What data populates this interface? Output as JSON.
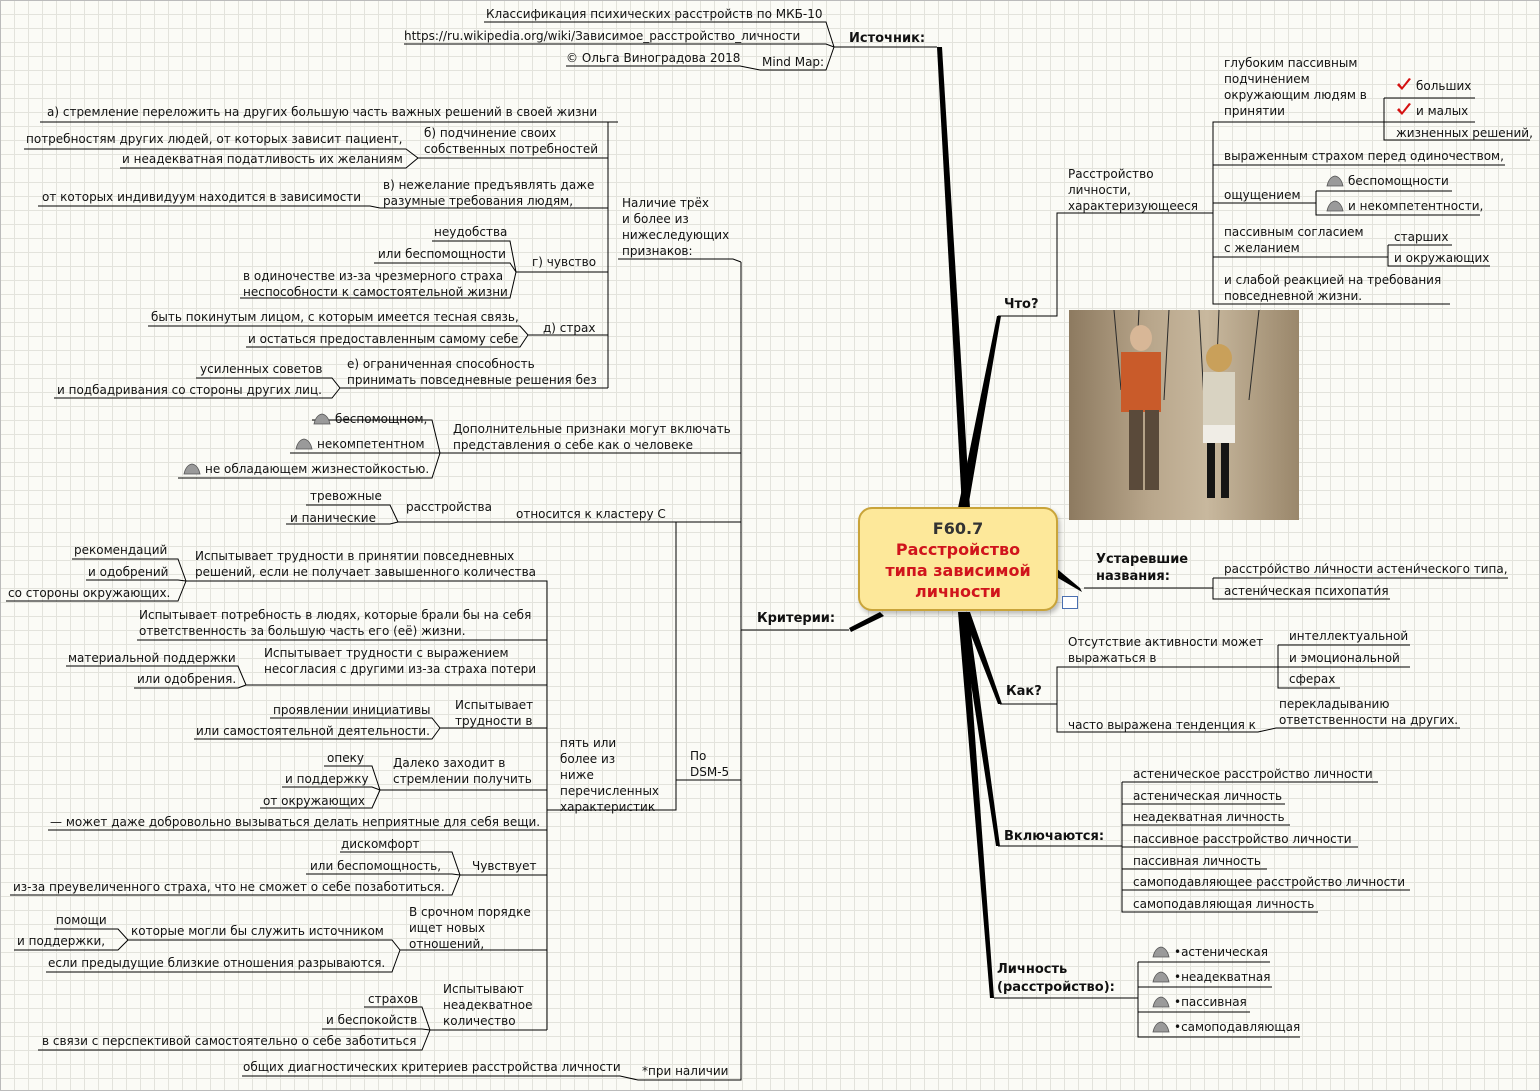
{
  "central": {
    "code": "F60.7",
    "title_line1": "Расстройство",
    "title_line2": "типа зависимой",
    "title_line3": "личности"
  },
  "source": {
    "label": "Источник:",
    "items": [
      "Классификация психических расстройств по МКБ-10",
      "https://ru.wikipedia.org/wiki/Зависимое_расстройство_личности",
      "Mind Map:",
      "© Ольга Виноградова 2018"
    ]
  },
  "what": {
    "label": "Что?",
    "def_line1": "Расстройство",
    "def_line2": "личности,",
    "def_line3": "характеризующееся",
    "sub1_line1": "глубоким пассивным",
    "sub1_line2": "подчинением",
    "sub1_line3": "окружающим людям в",
    "sub1_line4": "принятии",
    "big": "больших",
    "small": "и малых",
    "life": "жизненных решений,",
    "fear": "выраженным страхом перед одиночеством,",
    "feeling": "ощущением",
    "helpless": "беспомощности",
    "incompetent": "и некомпетентности,",
    "agree_line1": "пассивным согласием",
    "agree_line2": "с желанием",
    "elders": "старших",
    "others": "и окружающих",
    "weak_line1": "и слабой реакцией на требования",
    "weak_line2": "повседневной жизни."
  },
  "obsolete": {
    "label_line1": "Устаревшие",
    "label_line2": "названия:",
    "items": [
      "расстро́йство ли́чности астени́ческого типа,",
      "астени́ческая психопати́я"
    ]
  },
  "how": {
    "label": "Как?",
    "lack_line1": "Отсутствие активности может",
    "lack_line2": "выражаться в",
    "spheres": [
      "интеллектуальной",
      "и эмоциональной",
      "сферах"
    ],
    "tend": "часто выражена тенденция к",
    "shift_line1": "перекладыванию",
    "shift_line2": "ответственности на других."
  },
  "includes": {
    "label": "Включаются:",
    "items": [
      "астеническое расстройство личности",
      "астеническая личность",
      "неадекватная личность",
      "пассивное расстройство личности",
      "пассивная личность",
      "самоподавляющее расстройство личности",
      "самоподавляющая личность"
    ]
  },
  "personality": {
    "label_line1": "Личность",
    "label_line2": "(расстройство):",
    "items": [
      "•астеническая",
      "•неадекватная",
      "•пассивная",
      "•самоподавляющая"
    ]
  },
  "criteria": {
    "label": "Критерии:",
    "three_line1": "Наличие трёх",
    "three_line2": "и более из",
    "three_line3": "нижеследующих",
    "three_line4": "признаков:",
    "a": "а) стремление переложить на других большую часть важных решений в своей жизни",
    "b_line1": "б) подчинение своих",
    "b_line2": "собственных потребностей",
    "b_sub1": "потребностям других людей, от которых зависит пациент,",
    "b_sub2": "и неадекватная податливость их желаниям",
    "v_line1": "в) нежелание предъявлять даже",
    "v_line2": "разумные требования людям,",
    "v_sub": "от которых индивидуум находится в зависимости",
    "g": "г) чувство",
    "g_sub1": "неудобства",
    "g_sub2": "или беспомощности",
    "g_sub3_line1": "в одиночестве из-за чрезмерного страха",
    "g_sub3_line2": "неспособности к самостоятельной жизни",
    "d": "д) страх",
    "d_sub1": "быть покинутым лицом, с которым имеется тесная связь,",
    "d_sub2": "и остаться предоставленным самому себе",
    "e_line1": "е) ограниченная способность",
    "e_line2": "принимать повседневные решения без",
    "e_sub1": "усиленных советов",
    "e_sub2": "и подбадривания со стороны других лиц.",
    "extra_line1": "Дополнительные признаки могут включать",
    "extra_line2": "представления о себе как о человеке",
    "extra_items": [
      "беспомощном,",
      "некомпетентном",
      "не обладающем жизнестойкостью."
    ],
    "cluster": "относится к кластеру С",
    "disorders": "расстройства",
    "anxious": "тревожные",
    "panic": "и панические",
    "dsm_line1": "По",
    "dsm_line2": "DSM-5",
    "five_line1": "пять или",
    "five_line2": "более из",
    "five_line3": "ниже",
    "five_line4": "перечисленных",
    "five_line5": "характеристик",
    "c1_line1": "Испытывает трудности в принятии повседневных",
    "c1_line2": "решений, если не получает завышенного количества",
    "c1_sub": [
      "рекомендаций",
      "и одобрений",
      "со стороны окружающих."
    ],
    "c2_line1": "Испытывает потребность в людях, которые брали бы на себя",
    "c2_line2": "ответственность за большую часть его (её) жизни.",
    "c3_line1": "Испытывает трудности с выражением",
    "c3_line2": "несогласия с другими из-за страха потери",
    "c3_sub": [
      "материальной поддержки",
      "или одобрения."
    ],
    "c4_line1": "Испытывает",
    "c4_line2": "трудности в",
    "c4_sub": [
      "проявлении инициативы",
      "или самостоятельной деятельности."
    ],
    "c5_line1": "Далеко заходит в",
    "c5_line2": "стремлении получить",
    "c5_sub": [
      "опеку",
      "и поддержку",
      "от окружающих"
    ],
    "c5_tail": "— может даже добровольно вызываться делать неприятные для себя вещи.",
    "c6": "Чувствует",
    "c6_sub": [
      "дискомфорт",
      "или беспомощность,",
      "из-за преувеличенного страха, что не сможет о себе позаботиться."
    ],
    "c7_line1": "В срочном порядке",
    "c7_line2": "ищет новых",
    "c7_line3": "отношений,",
    "c7_mid": "которые могли бы служить источником",
    "c7_sub": [
      "помощи",
      "и поддержки,"
    ],
    "c7_tail": "если предыдущие близкие отношения разрываются.",
    "c8_line1": "Испытывают",
    "c8_line2": "неадекватное",
    "c8_line3": "количество",
    "c8_sub": [
      "страхов",
      "и беспокойств",
      "в связи с перспективой самостоятельно о себе заботиться"
    ],
    "note": "*при наличии",
    "note_sub": "общих диагностических критериев расстройства личности"
  },
  "colors": {
    "central_fill": "#fde89a",
    "central_title": "#d0141c",
    "check": "#d41010",
    "branch": "#000000",
    "grid": "#e3e3dc"
  },
  "icons": {
    "check": "checkmark-icon",
    "stone": "stone-icon",
    "link": "link-icon"
  }
}
